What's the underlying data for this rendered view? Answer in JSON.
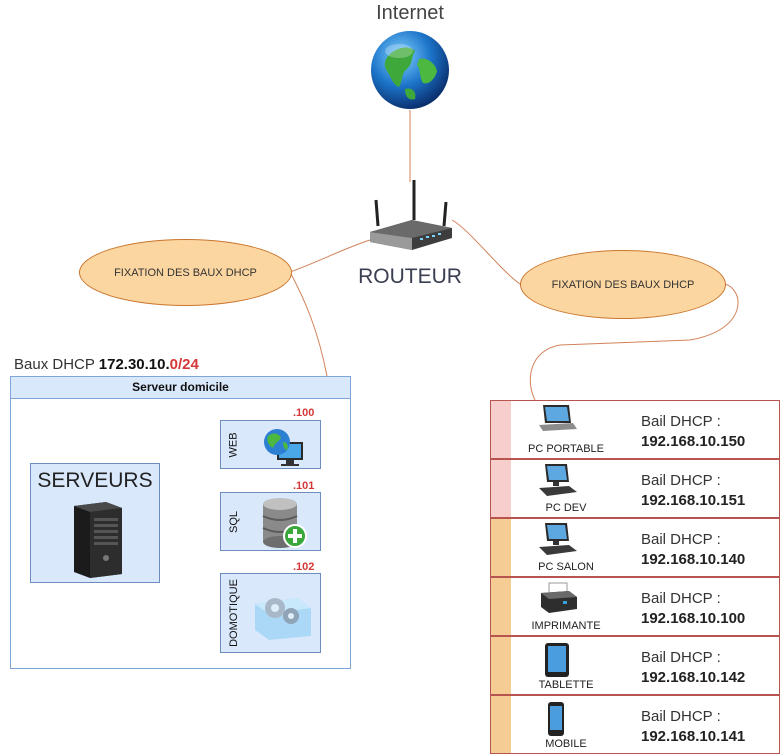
{
  "internet": {
    "label": "Internet"
  },
  "router": {
    "label": "ROUTEUR"
  },
  "left_ellipse": {
    "label": "FIXATION DES BAUX DHCP"
  },
  "right_ellipse": {
    "label": "FIXATION DES BAUX DHCP"
  },
  "lease_title": {
    "prefix": "Baux DHCP ",
    "network": "172.30.10.",
    "suffix": "0/24"
  },
  "server_box": {
    "title": "Serveur domicile",
    "servers_label": "SERVEURS"
  },
  "services": [
    {
      "name": "WEB",
      "ip": ".100",
      "icon": "globe-monitor-icon"
    },
    {
      "name": "SQL",
      "ip": ".101",
      "icon": "database-add-icon"
    },
    {
      "name": "DOMOTIQUE",
      "ip": ".102",
      "icon": "gears-icon"
    }
  ],
  "clients": [
    {
      "name": "PC PORTABLE",
      "bail_label": "Bail DHCP :",
      "ip": "192.168.10.150",
      "tab_color": "#f8cecc",
      "icon": "laptop-icon"
    },
    {
      "name": "PC DEV",
      "bail_label": "Bail DHCP :",
      "ip": "192.168.10.151",
      "tab_color": "#f8cecc",
      "icon": "desktop-icon"
    },
    {
      "name": "PC SALON",
      "bail_label": "Bail DHCP :",
      "ip": "192.168.10.140",
      "tab_color": "#f5cc94",
      "icon": "desktop-icon"
    },
    {
      "name": "IMPRIMANTE",
      "bail_label": "Bail DHCP :",
      "ip": "192.168.10.100",
      "tab_color": "#f5cc94",
      "icon": "printer-icon"
    },
    {
      "name": "TABLETTE",
      "bail_label": "Bail DHCP :",
      "ip": "192.168.10.142",
      "tab_color": "#f5cc94",
      "icon": "tablet-icon"
    },
    {
      "name": "MOBILE",
      "bail_label": "Bail DHCP :",
      "ip": "192.168.10.141",
      "tab_color": "#f5cc94",
      "icon": "mobile-icon"
    }
  ],
  "colors": {
    "wire": "#d2825a",
    "accent_red": "#d43838",
    "box_blue": "#dae8fc",
    "ellipse_fill": "#fbd6a0"
  }
}
